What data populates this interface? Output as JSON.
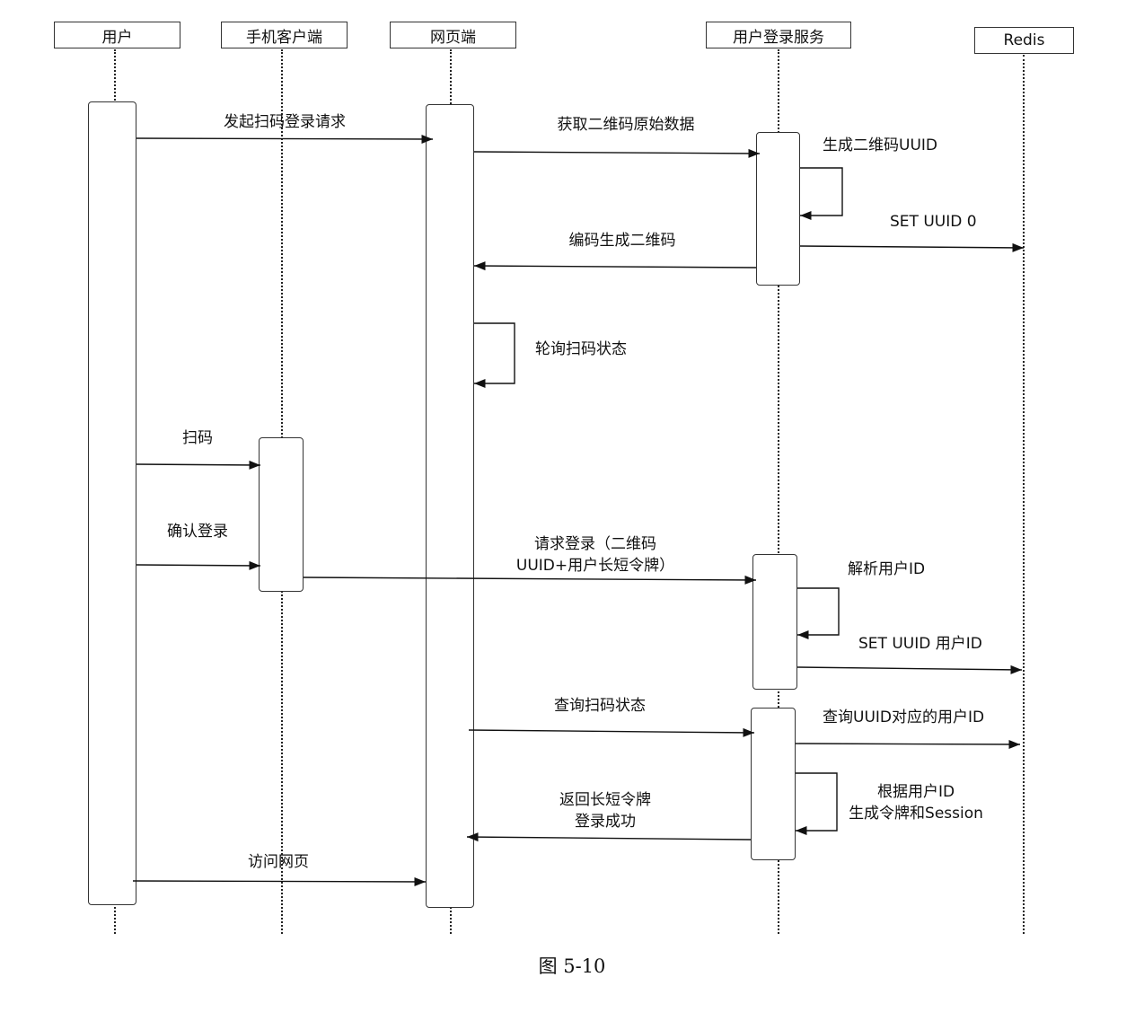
{
  "participants": {
    "user": "用户",
    "mobile": "手机客户端",
    "web": "网页端",
    "login_service": "用户登录服务",
    "redis": "Redis"
  },
  "messages": {
    "initiate_scan_login": "发起扫码登录请求",
    "get_qr_raw_data": "获取二维码原始数据",
    "generate_uuid": "生成二维码UUID",
    "set_uuid_0": "SET UUID 0",
    "encode_qr": "编码生成二维码",
    "poll_scan_status": "轮询扫码状态",
    "scan_code": "扫码",
    "confirm_login": "确认登录",
    "request_login_line1": "请求登录（二维码",
    "request_login_line2": "UUID+用户长短令牌）",
    "parse_user_id": "解析用户ID",
    "set_uuid_user_id": "SET UUID 用户ID",
    "query_scan_status": "查询扫码状态",
    "query_uuid_user_id": "查询UUID对应的用户ID",
    "gen_token_line1": "根据用户ID",
    "gen_token_line2": "生成令牌和Session",
    "return_token_line1": "返回长短令牌",
    "return_token_line2": "登录成功",
    "visit_page": "访问网页"
  },
  "caption": "图 5-10"
}
